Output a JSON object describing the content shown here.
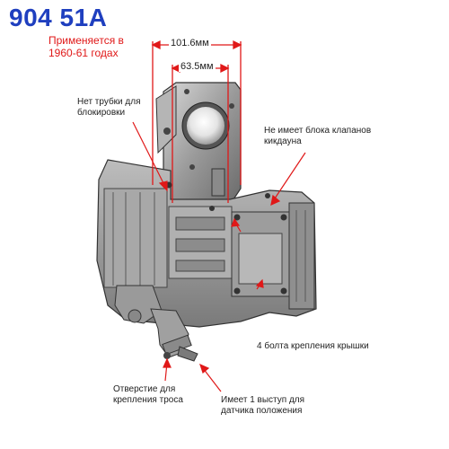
{
  "title": "904 51A",
  "subtitle": "Применяется в\n1960-61 годах",
  "dimensions": {
    "outer": "101.6мм",
    "inner": "63.5мм"
  },
  "callouts": {
    "no_lockup_tube": "Нет трубки для\nблокировки",
    "no_kickdown_valve": "Не имеет блока клапанов\nкикдауна",
    "cover_bolts": "4 болта крепления крышки",
    "cable_hole": "Отверстие для\nкрепления троса",
    "position_sensor": "Имеет 1 выступ для\nдатчика положения"
  },
  "colors": {
    "title": "#1f3fbf",
    "subtitle": "#e01818",
    "arrow": "#e01818"
  }
}
